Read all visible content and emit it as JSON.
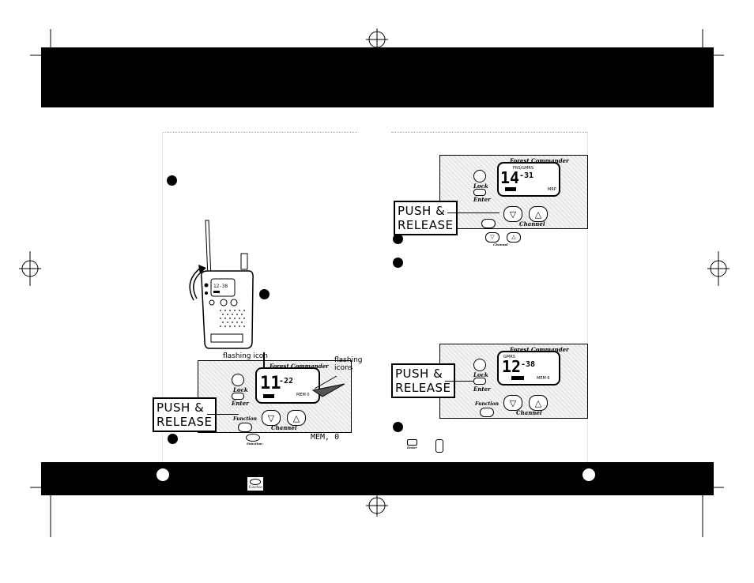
{
  "labels": {
    "push_release": "PUSH &\nRELEASE",
    "flashing_icon": "flashing icon",
    "flashing_icons": "flashing\nicons",
    "mem_readout": "MEM, 0"
  },
  "buttons": {
    "lock": "Lock",
    "enter": "Enter",
    "function": "Function",
    "channel": "Channel"
  },
  "brand": "Forest Commander",
  "displays": {
    "left": {
      "channel": "11",
      "code": "-22",
      "mem": "MEM 0"
    },
    "right_top": {
      "label": "FRS/GMRS",
      "channel": "14",
      "code": "-31",
      "sub": "MRP"
    },
    "right_bottom": {
      "label": "GMRS",
      "channel": "12",
      "code": "-38",
      "mem": "MEM 6"
    }
  },
  "colors": {
    "bar": "#000000",
    "background": "#ffffff"
  }
}
